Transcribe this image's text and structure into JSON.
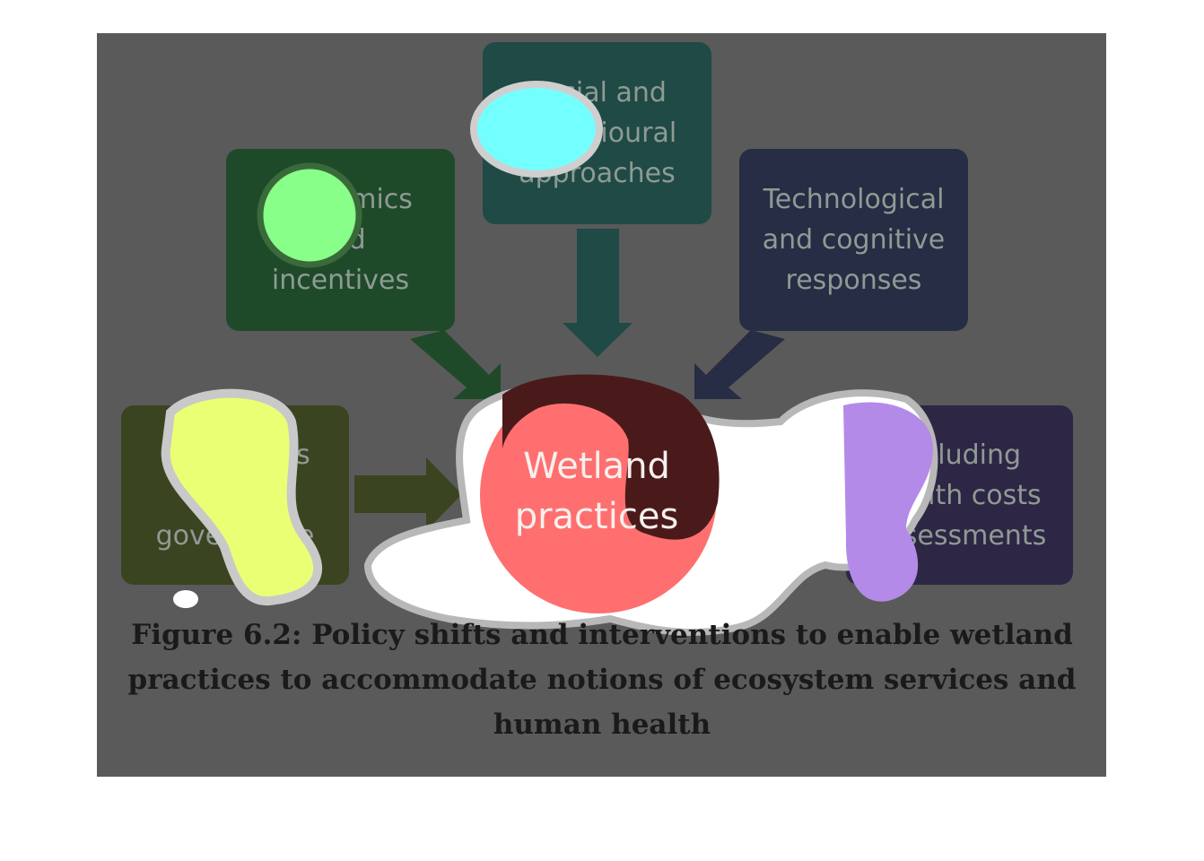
{
  "diagram": {
    "boxes": {
      "social": "Social and\nbehavioural\napproaches",
      "economics": "Economics\nand\nincentives",
      "technological": "Technological\nand cognitive\nresponses",
      "institution": "Institutions\nand\ngovernance",
      "health": "Including\nhealth costs\nassessments"
    },
    "center": "Wetland\npractices",
    "colors": {
      "background": "#5a5a5a",
      "social_box": "#1f4a45",
      "economics_box": "#1f4a2a",
      "technological_box": "#262d44",
      "institution_box": "#3a4420",
      "health_box": "#2e2645",
      "center_circle": "#ff6f6f",
      "highlight_cyan": "#74ffff",
      "highlight_green": "#88ff88",
      "highlight_yellow": "#eaff74",
      "highlight_purple": "#b48ae8"
    }
  },
  "caption": "Figure 6.2: Policy shifts and interventions to enable wetland practices to accommodate notions of ecosystem services and human health"
}
